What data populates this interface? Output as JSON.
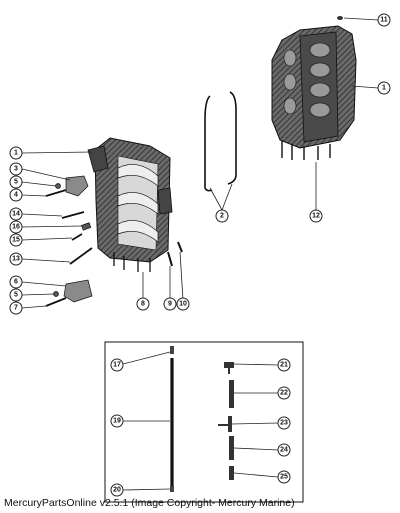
{
  "callouts": [
    {
      "id": "c11",
      "label": "11"
    },
    {
      "id": "c1a",
      "label": "1"
    },
    {
      "id": "c2",
      "label": "2"
    },
    {
      "id": "c12",
      "label": "12"
    },
    {
      "id": "c1b",
      "label": "1"
    },
    {
      "id": "c3",
      "label": "3"
    },
    {
      "id": "c5a",
      "label": "5"
    },
    {
      "id": "c4",
      "label": "4"
    },
    {
      "id": "c14",
      "label": "14"
    },
    {
      "id": "c16",
      "label": "16"
    },
    {
      "id": "c15",
      "label": "15"
    },
    {
      "id": "c13",
      "label": "13"
    },
    {
      "id": "c6",
      "label": "6"
    },
    {
      "id": "c5b",
      "label": "5"
    },
    {
      "id": "c7",
      "label": "7"
    },
    {
      "id": "c8",
      "label": "8"
    },
    {
      "id": "c9",
      "label": "9"
    },
    {
      "id": "c10",
      "label": "10"
    },
    {
      "id": "c17",
      "label": "17"
    },
    {
      "id": "c19",
      "label": "19"
    },
    {
      "id": "c20",
      "label": "20"
    },
    {
      "id": "c21",
      "label": "21"
    },
    {
      "id": "c22",
      "label": "22"
    },
    {
      "id": "c23",
      "label": "23"
    },
    {
      "id": "c24",
      "label": "24"
    },
    {
      "id": "c25",
      "label": "25"
    }
  ],
  "caption": "MercuryPartsOnline v2.5.1 (Image Copyright- Mercury Marine)"
}
